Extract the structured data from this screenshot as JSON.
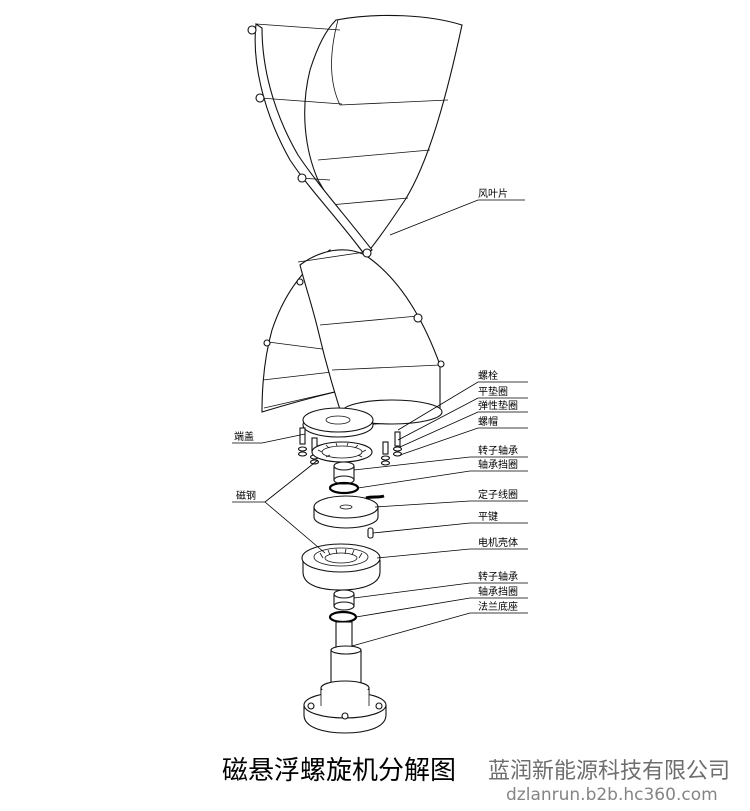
{
  "title": "磁悬浮螺旋机分解图",
  "labels": {
    "blade": "风叶片",
    "bolt": "螺栓",
    "flat_washer": "平垫圈",
    "spring_washer": "弹性垫圈",
    "nut": "螺帽",
    "end_cap": "端盖",
    "rotor_bearing_upper": "转子轴承",
    "bearing_retainer_upper": "轴承挡圈",
    "magnet_steel": "磁钢",
    "stator_coil": "定子线圈",
    "flat_key": "平键",
    "motor_housing": "电机壳体",
    "rotor_bearing_lower": "转子轴承",
    "bearing_retainer_lower": "轴承挡圈",
    "flange_base": "法兰底座"
  },
  "watermark": {
    "company": "蓝润新能源科技有限公司",
    "url": "dzlanrun.b2b.hc360.com"
  }
}
